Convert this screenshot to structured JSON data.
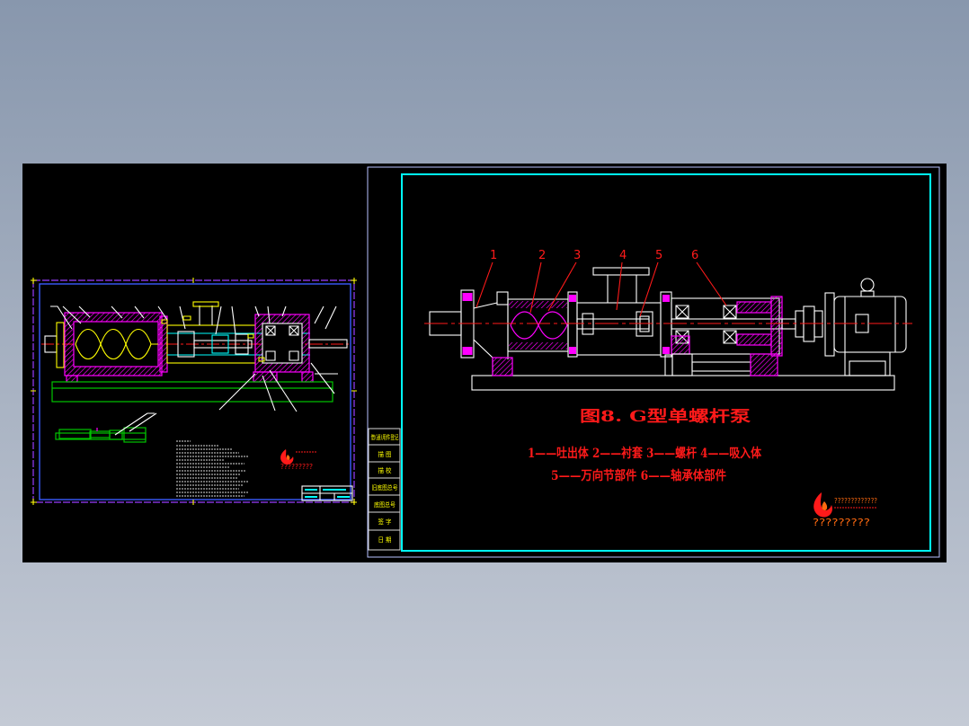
{
  "colors": {
    "page_top": "#8897ad",
    "page_bottom": "#c4cad5",
    "canvas": "#000000",
    "frame_cyan": "#00ffff",
    "annotation_red": "#ff1a1a",
    "hatch_magenta": "#ff00ff",
    "label_yellow": "#ffff00",
    "base_green": "#00c400",
    "frame_blue": "#3a5cff",
    "frame_purple": "#9a3cff",
    "logo_orange": "#ff6a10"
  },
  "icons": {
    "left_logo": "flame-logo-icon",
    "right_logo": "flame-logo-icon"
  },
  "left_drawing": {
    "logo_caption": "?????????"
  },
  "right_drawing": {
    "part_numbers": [
      "1",
      "2",
      "3",
      "4",
      "5",
      "6"
    ],
    "figure_title": "图8.  G型单螺杆泵",
    "legend": [
      "1——吐出体 2——衬套 3——螺杆 4——吸入体",
      "5——万向节部件 6——轴承体部件"
    ],
    "side_labels": [
      "借(通)用件登记",
      "描 图",
      "描 校",
      "旧底图总号",
      "底图总号",
      "签 字",
      "日 期"
    ],
    "logo_caption_top": "?????????????",
    "logo_caption_bottom": "?????????"
  }
}
